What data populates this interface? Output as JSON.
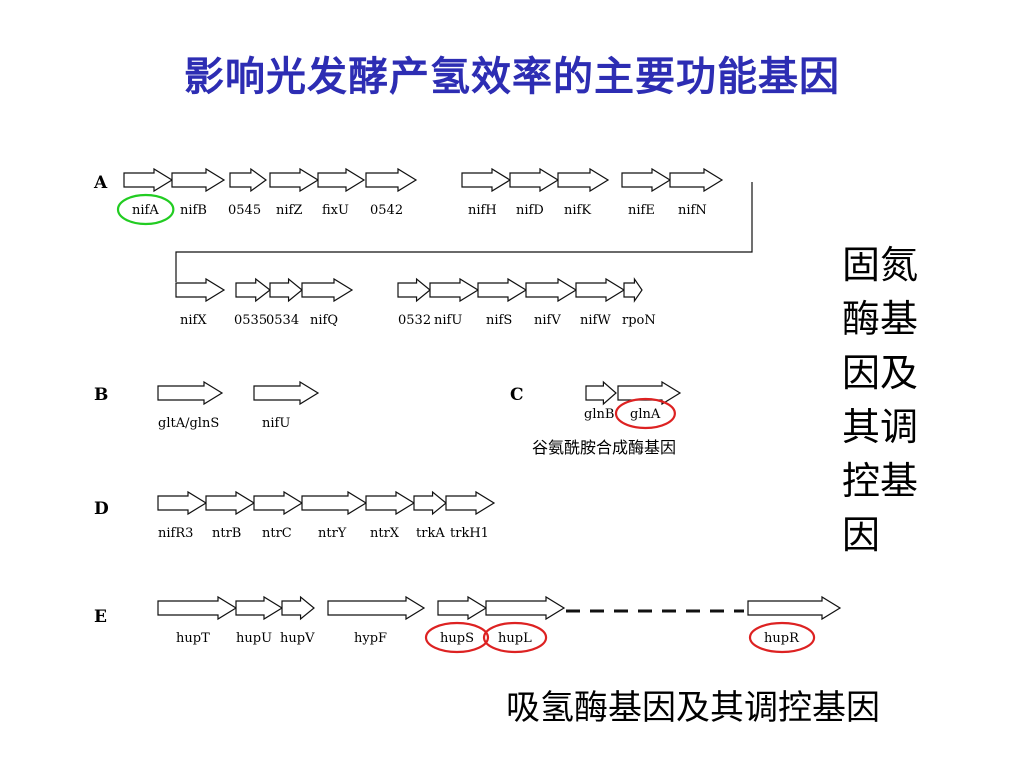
{
  "title": "影响光发酵产氢效率的主要功能基因",
  "side_label": [
    "固氮",
    "酶基",
    "因及",
    "其调",
    "控基",
    "因"
  ],
  "bottom_label": "吸氢酶基因及其调控基因",
  "sections": [
    {
      "id": "A",
      "label": "A"
    },
    {
      "id": "B",
      "label": "B"
    },
    {
      "id": "C",
      "label": "C",
      "caption": "谷氨酰胺合成酶基因"
    },
    {
      "id": "D",
      "label": "D"
    },
    {
      "id": "E",
      "label": "E"
    }
  ],
  "genes": [
    {
      "id": "nifA",
      "label": "nifA",
      "highlight": true,
      "highlight_color": "#22cc22"
    },
    {
      "id": "nifB",
      "label": "nifB"
    },
    {
      "id": "g0545",
      "label": "0545"
    },
    {
      "id": "nifZ",
      "label": "nifZ"
    },
    {
      "id": "fixU",
      "label": "fixU"
    },
    {
      "id": "g0542",
      "label": "0542"
    },
    {
      "id": "nifH",
      "label": "nifH"
    },
    {
      "id": "nifD",
      "label": "nifD"
    },
    {
      "id": "nifK",
      "label": "nifK"
    },
    {
      "id": "nifE",
      "label": "nifE"
    },
    {
      "id": "nifN",
      "label": "nifN"
    },
    {
      "id": "nifX",
      "label": "nifX"
    },
    {
      "id": "g0535",
      "label": "0535"
    },
    {
      "id": "g0534",
      "label": "0534"
    },
    {
      "id": "nifQ",
      "label": "nifQ"
    },
    {
      "id": "g0532",
      "label": "0532"
    },
    {
      "id": "nifU_A",
      "label": "nifU"
    },
    {
      "id": "nifS",
      "label": "nifS"
    },
    {
      "id": "nifV",
      "label": "nifV"
    },
    {
      "id": "nifW",
      "label": "nifW"
    },
    {
      "id": "rpoN",
      "label": "rpoN"
    },
    {
      "id": "gltA",
      "label": "gltA/glnS"
    },
    {
      "id": "nifU_B",
      "label": "nifU"
    },
    {
      "id": "glnB",
      "label": "glnB"
    },
    {
      "id": "glnA",
      "label": "glnA",
      "highlight": true,
      "highlight_color": "#dd2222"
    },
    {
      "id": "nifR3",
      "label": "nifR3"
    },
    {
      "id": "ntrB",
      "label": "ntrB"
    },
    {
      "id": "ntrC",
      "label": "ntrC"
    },
    {
      "id": "ntrY",
      "label": "ntrY"
    },
    {
      "id": "ntrX",
      "label": "ntrX"
    },
    {
      "id": "trkA",
      "label": "trkA"
    },
    {
      "id": "trkH1",
      "label": "trkH1"
    },
    {
      "id": "hupT",
      "label": "hupT"
    },
    {
      "id": "hupU",
      "label": "hupU"
    },
    {
      "id": "hupV",
      "label": "hupV"
    },
    {
      "id": "hypF",
      "label": "hypF"
    },
    {
      "id": "hupS",
      "label": "hupS",
      "highlight": true,
      "highlight_color": "#dd2222"
    },
    {
      "id": "hupL",
      "label": "hupL",
      "highlight": true,
      "highlight_color": "#dd2222"
    },
    {
      "id": "hupR",
      "label": "hupR",
      "highlight": true,
      "highlight_color": "#dd2222"
    }
  ]
}
